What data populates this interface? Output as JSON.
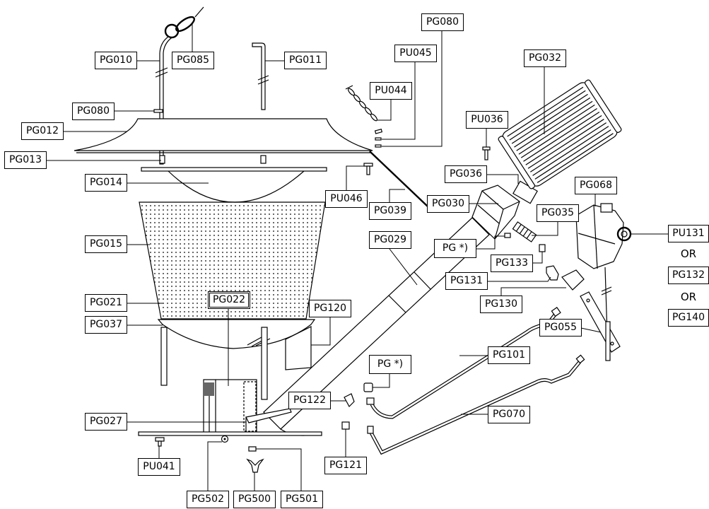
{
  "diagram": {
    "part_labels": [
      "PG010",
      "PG085",
      "PG011",
      "PG080",
      "PU045",
      "PG032",
      "PU044",
      "PG080",
      "PU036",
      "PG012",
      "PG013",
      "PG036",
      "PG068",
      "PG014",
      "PU046",
      "PG030",
      "PG039",
      "PG035",
      "PU131",
      "PG132",
      "PG140",
      "PG015",
      "PG029",
      "PG *)",
      "PG133",
      "PG131",
      "PG130",
      "PG120",
      "PG055",
      "PG037",
      "PG021",
      "PG101",
      "PG022",
      "PG *)",
      "PG122",
      "PG070",
      "PG027",
      "PG121",
      "PU041",
      "PG502",
      "PG500",
      "PG501"
    ],
    "alternative_separators": [
      "OR",
      "OR"
    ]
  }
}
